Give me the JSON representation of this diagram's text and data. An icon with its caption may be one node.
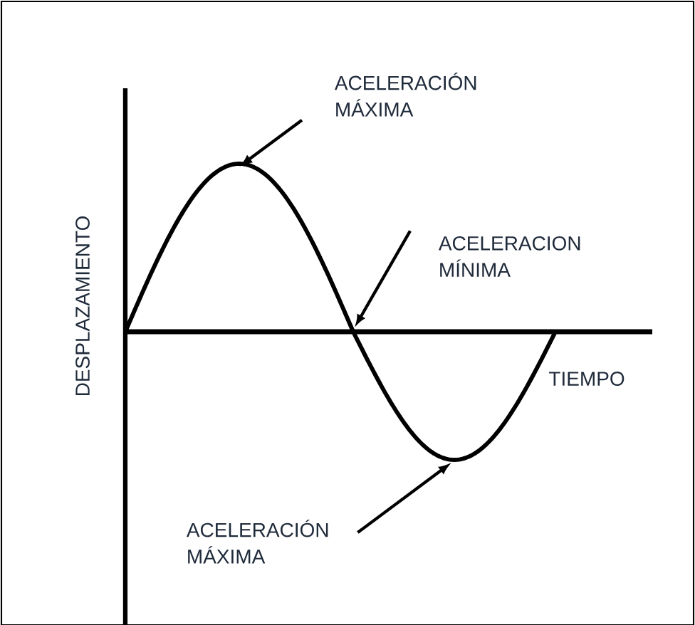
{
  "diagram": {
    "nodes": [
      {
        "text": [
          "ACELERACIÓN MÁXIMA"
        ]
      },
      {
        "text": [
          "ACELERACION MÍNIMA"
        ]
      },
      {
        "text": [
          "ACELERACIÓN MÁXIMA"
        ]
      }
    ],
    "edges": [
      {
        "from": 0,
        "to": null,
        "arrow": "to"
      },
      {
        "from": 1,
        "to": null,
        "arrow": "to"
      },
      {
        "from": 2,
        "to": null,
        "arrow": "to"
      }
    ],
    "labels": [
      "DESPLAZAMIENTO",
      "TIEMPO"
    ]
  }
}
